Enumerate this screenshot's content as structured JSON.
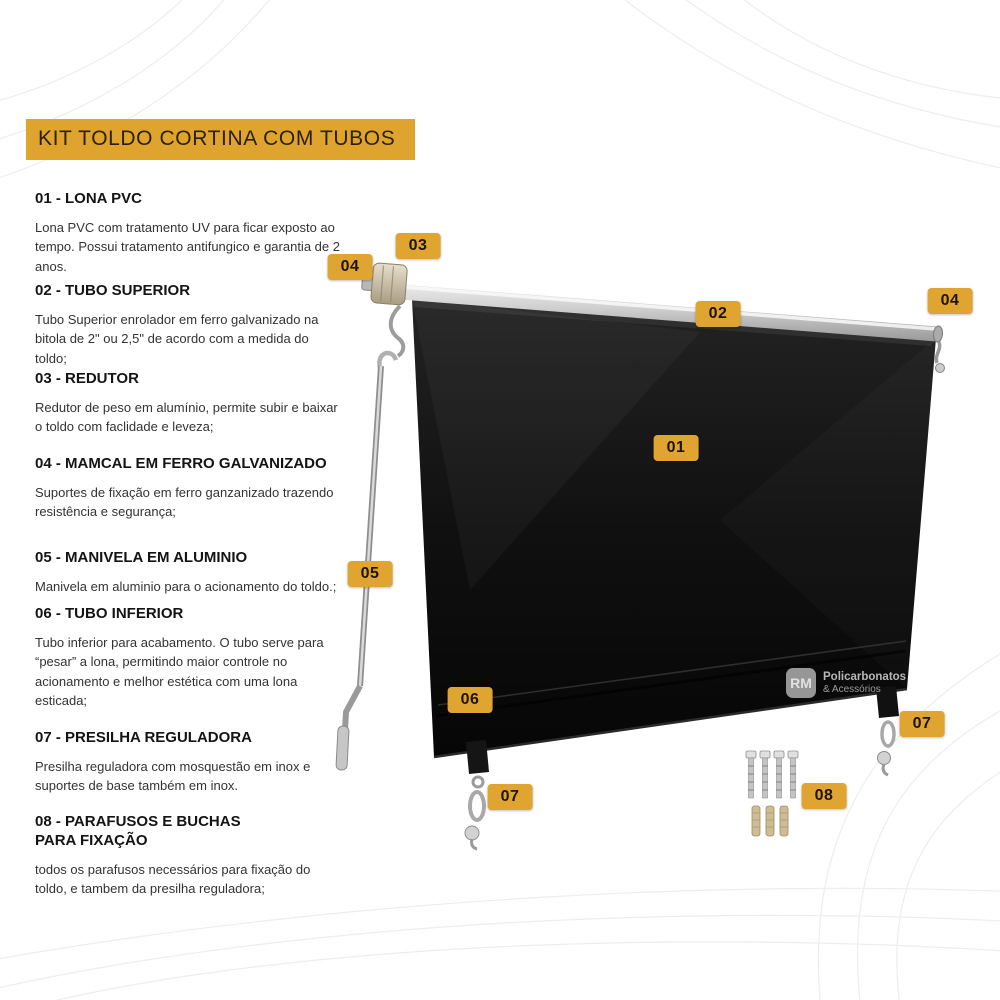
{
  "title": "KIT TOLDO CORTINA COM TUBOS",
  "sections": [
    {
      "heading": "01 - LONA PVC",
      "body": "Lona PVC com tratamento UV para ficar exposto ao tempo. Possui tratamento antifungico e garantia de 2 anos."
    },
    {
      "heading": "02 - TUBO SUPERIOR",
      "body": "Tubo Superior enrolador em ferro galvanizado na bitola de 2\" ou 2,5\" de acordo com a medida do toldo;"
    },
    {
      "heading": "03 - REDUTOR",
      "body": "Redutor de peso em alumínio, permite subir e baixar o toldo com faclidade e leveza;"
    },
    {
      "heading": "04 - MAMCAL  EM FERRO GALVANIZADO",
      "body": "Suportes de fixação em ferro ganzanizado trazendo resistência e segurança;"
    },
    {
      "heading": "05 - MANIVELA EM ALUMINIO",
      "body": "Manivela em aluminio para o acionamento do toldo.;"
    },
    {
      "heading": "06 - TUBO INFERIOR",
      "body": "Tubo inferior para acabamento. O tubo serve para “pesar” a lona, permitindo maior controle no acionamento e melhor estética com uma lona esticada;"
    },
    {
      "heading": "07 - PRESILHA REGULADORA",
      "body": "Presilha reguladora com mosquestão em inox e suportes de base também em inox."
    },
    {
      "heading": "08 - PARAFUSOS E BUCHAS PARA FIXAÇÃO",
      "body": "todos os parafusos necessários para fixação do toldo, e tambem da presilha reguladora;"
    }
  ],
  "diagram": {
    "badges": {
      "n01": "01",
      "n02": "02",
      "n03": "03",
      "n04": "04",
      "n05": "05",
      "n06": "06",
      "n07": "07",
      "n08": "08"
    },
    "watermark": {
      "logo": "RM",
      "line1": "Policarbonatos",
      "line2": "& Acessórios"
    }
  },
  "colors": {
    "accent": "#E0A431",
    "canvas": "#0E0E0E",
    "title_bar": "#DFA42E"
  }
}
